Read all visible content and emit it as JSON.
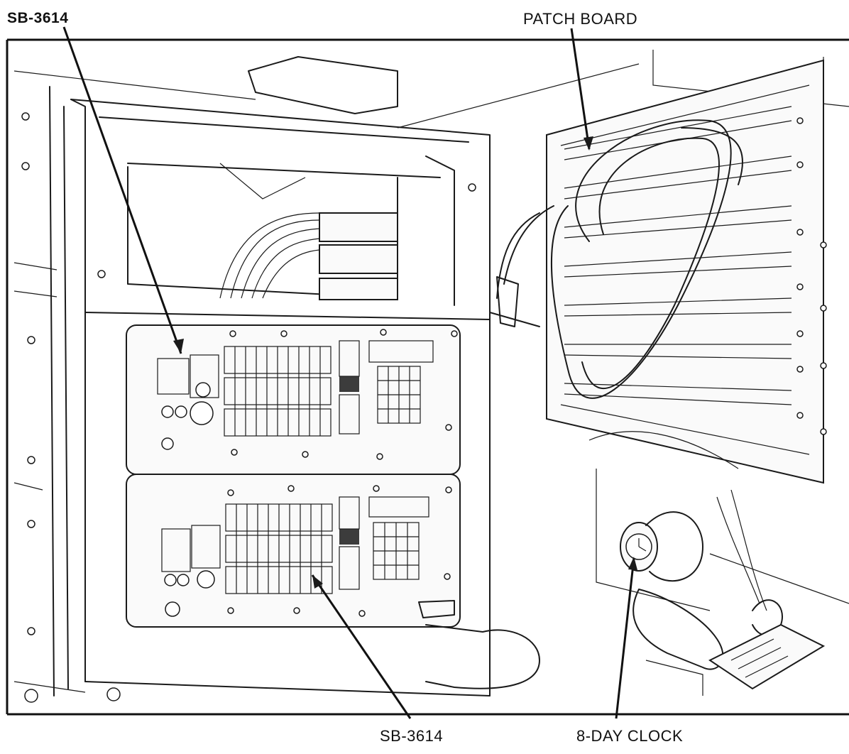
{
  "labels": {
    "sb_top": "SB-3614",
    "patch_board": "PATCH BOARD",
    "sb_bottom": "SB-3614",
    "clock": "8-DAY CLOCK"
  }
}
